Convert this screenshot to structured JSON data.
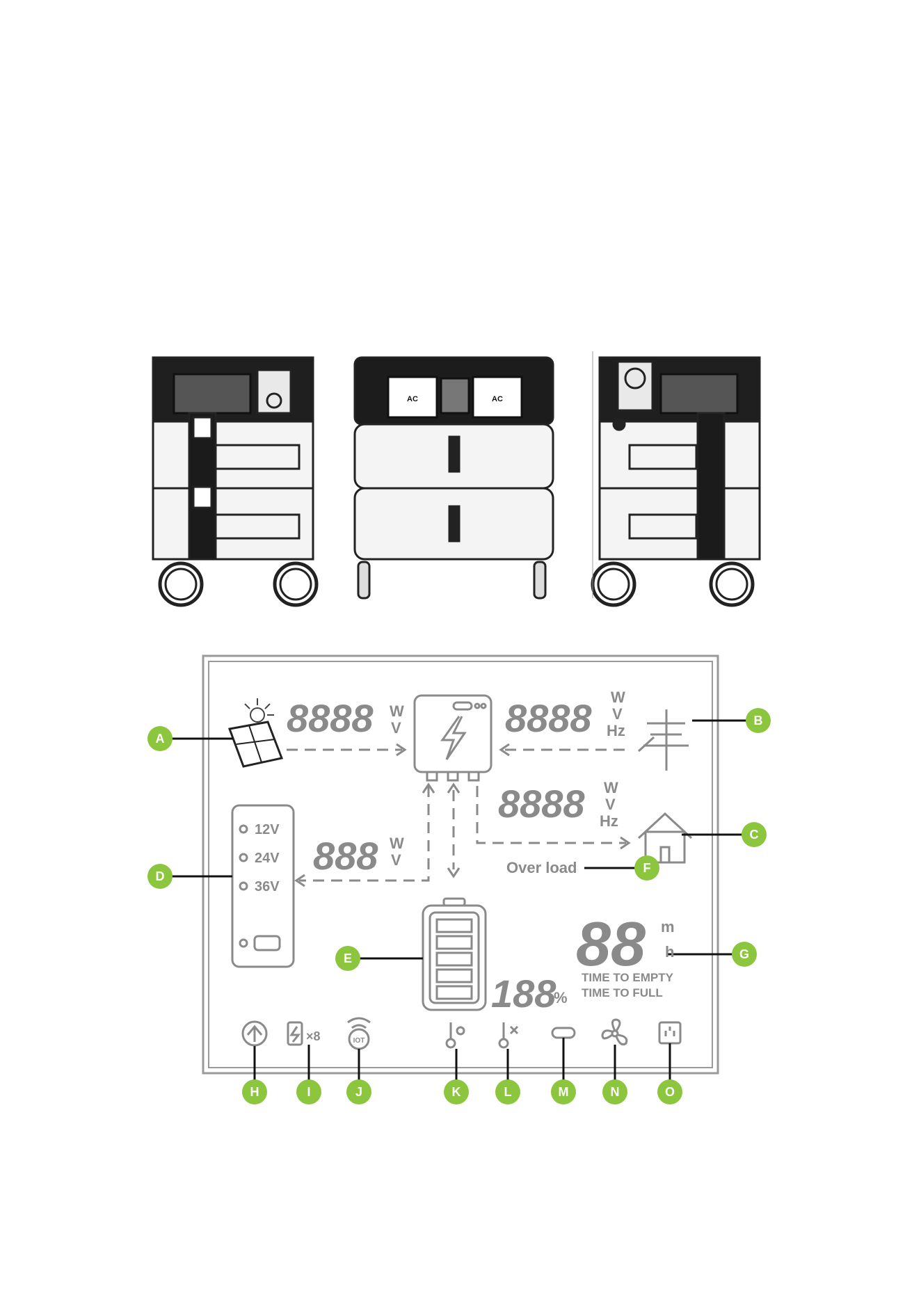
{
  "colors": {
    "accent": "#8cc63f",
    "line": "#222222",
    "grey": "#8a8a8a",
    "lcd_frame": "#9a9a9a"
  },
  "units": {
    "solar_w": "W",
    "solar_v": "V",
    "grid_w": "W",
    "grid_v": "V",
    "grid_hz": "Hz",
    "home_w": "W",
    "home_v": "V",
    "home_hz": "Hz",
    "dc_w": "W",
    "dc_v": "V",
    "battery_pct": "%",
    "time_m": "m",
    "time_h": "h"
  },
  "digits": {
    "solar": "8888",
    "grid": "8888",
    "home": "8888",
    "dc": "888",
    "time": "88",
    "battery": "188"
  },
  "voltages": [
    "12V",
    "24V",
    "36V"
  ],
  "status": {
    "overload": "Over load",
    "time_to_empty": "TIME TO EMPTY",
    "time_to_full": "TIME TO FULL"
  },
  "unit_labels": {
    "front_left_port": "AC",
    "front_right_port": "AC"
  },
  "callouts": {
    "A": "A",
    "B": "B",
    "C": "C",
    "D": "D",
    "E": "E",
    "F": "F",
    "G": "G",
    "H": "H",
    "I": "I",
    "J": "J",
    "K": "K",
    "L": "L",
    "M": "M",
    "N": "N",
    "O": "O"
  },
  "icons": {
    "solar": "solar-panel-icon",
    "grid": "power-pole-icon",
    "home": "house-icon",
    "battery": "battery-icon",
    "inverter": "lightning-bolt-icon",
    "h": "upgrade-arrow-icon",
    "i": "battery-pack-count-icon",
    "j": "iot-wifi-icon",
    "k": "high-temperature-icon",
    "l": "low-temperature-icon",
    "m": "usb-c-icon",
    "n": "fan-icon",
    "o": "ac-outlet-icon"
  },
  "iot_label": "IOT",
  "pack_count_multiplier": "×8"
}
